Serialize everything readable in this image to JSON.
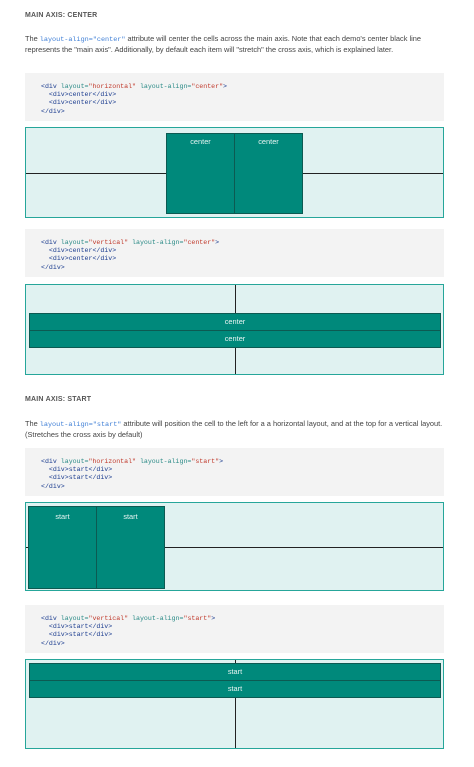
{
  "center_section": {
    "title": "MAIN AXIS: CENTER",
    "desc_pre": "The ",
    "desc_code": "layout-align=\"center\"",
    "desc_post": " attribute will center the cells across the main axis. Note that each demo's center black line represents the \"main axis\". Additionally, by default each item will \"stretch\" the cross axis, which is explained later.",
    "code_h": {
      "open_tag": "<div ",
      "attr1": "layout=",
      "val1": "\"horizontal\"",
      "attr2": " layout-align=",
      "val2": "\"center\"",
      "close": ">",
      "line2": "  <div>center</div>",
      "line3": "  <div>center</div>",
      "line4": "</div>"
    },
    "demo_h_cells": [
      "center",
      "center"
    ],
    "code_v": {
      "open_tag": "<div ",
      "attr1": "layout=",
      "val1": "\"vertical\"",
      "attr2": " layout-align=",
      "val2": "\"center\"",
      "close": ">",
      "line2": "  <div>center</div>",
      "line3": "  <div>center</div>",
      "line4": "</div>"
    },
    "demo_v_cells": [
      "center",
      "center"
    ]
  },
  "start_section": {
    "title": "MAIN AXIS: START",
    "desc_pre": "The ",
    "desc_code": "layout-align=\"start\"",
    "desc_post": " attribute will position the cell to the left for a a horizontal layout, and at the top for a vertical layout. (Stretches the cross axis by default)",
    "code_h": {
      "open_tag": "<div ",
      "attr1": "layout=",
      "val1": "\"horizontal\"",
      "attr2": " layout-align=",
      "val2": "\"start\"",
      "close": ">",
      "line2": "  <div>start</div>",
      "line3": "  <div>start</div>",
      "line4": "</div>"
    },
    "demo_h_cells": [
      "start",
      "start"
    ],
    "code_v": {
      "open_tag": "<div ",
      "attr1": "layout=",
      "val1": "\"vertical\"",
      "attr2": " layout-align=",
      "val2": "\"start\"",
      "close": ">",
      "line2": "  <div>start</div>",
      "line3": "  <div>start</div>",
      "line4": "</div>"
    },
    "demo_v_cells": [
      "start",
      "start"
    ]
  },
  "colors": {
    "cell": "#00897b",
    "demo_bg": "#e0f2f1",
    "demo_border": "#26a69a",
    "code_bg": "#f3f3f3"
  }
}
